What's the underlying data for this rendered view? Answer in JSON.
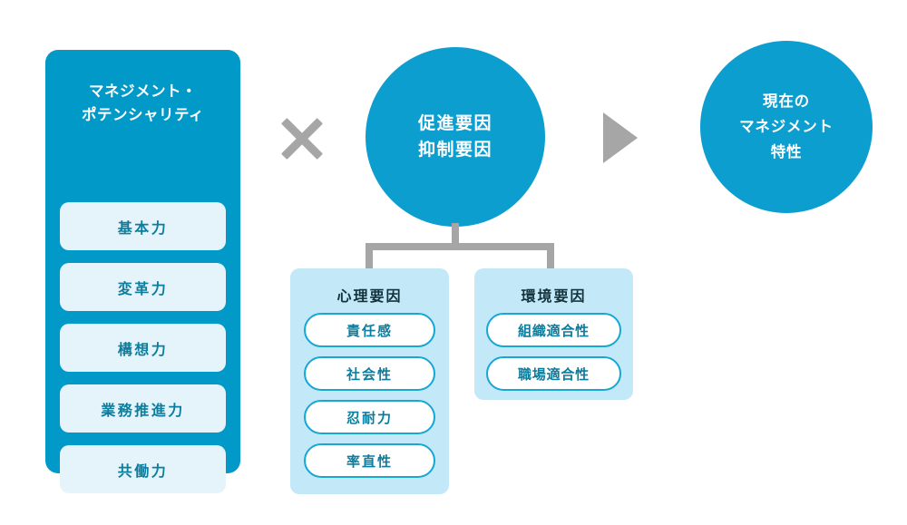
{
  "diagram": {
    "management_potentiality": {
      "title": "マネジメント・\nポテンシャリティ",
      "title_line1": "マネジメント・",
      "title_line2": "ポテンシャリティ",
      "items": [
        {
          "label": "基本力"
        },
        {
          "label": "変革力"
        },
        {
          "label": "構想力"
        },
        {
          "label": "業務推進力"
        },
        {
          "label": "共働力"
        }
      ]
    },
    "operators": {
      "multiply": "×",
      "arrow": "▶"
    },
    "factors_circle": {
      "line1": "促進要因",
      "line2": "抑制要因"
    },
    "result_circle": {
      "line1": "現在の",
      "line2": "マネジメント",
      "line3": "特性"
    },
    "factor_groups": [
      {
        "title": "心理要因",
        "items": [
          {
            "label": "責任感"
          },
          {
            "label": "社会性"
          },
          {
            "label": "忍耐力"
          },
          {
            "label": "率直性"
          }
        ]
      },
      {
        "title": "環境要因",
        "items": [
          {
            "label": "組織適合性"
          },
          {
            "label": "職場適合性"
          }
        ]
      }
    ],
    "colors": {
      "panel_blue": "#0099c8",
      "circle_blue": "#0d9ed0",
      "pill_light": "#e4f4fa",
      "group_box": "#c3e9f9",
      "pill_border": "#17a7d4",
      "text_teal": "#0d7d9e",
      "connector_gray": "#a6a6a6",
      "background": "#ffffff"
    }
  }
}
